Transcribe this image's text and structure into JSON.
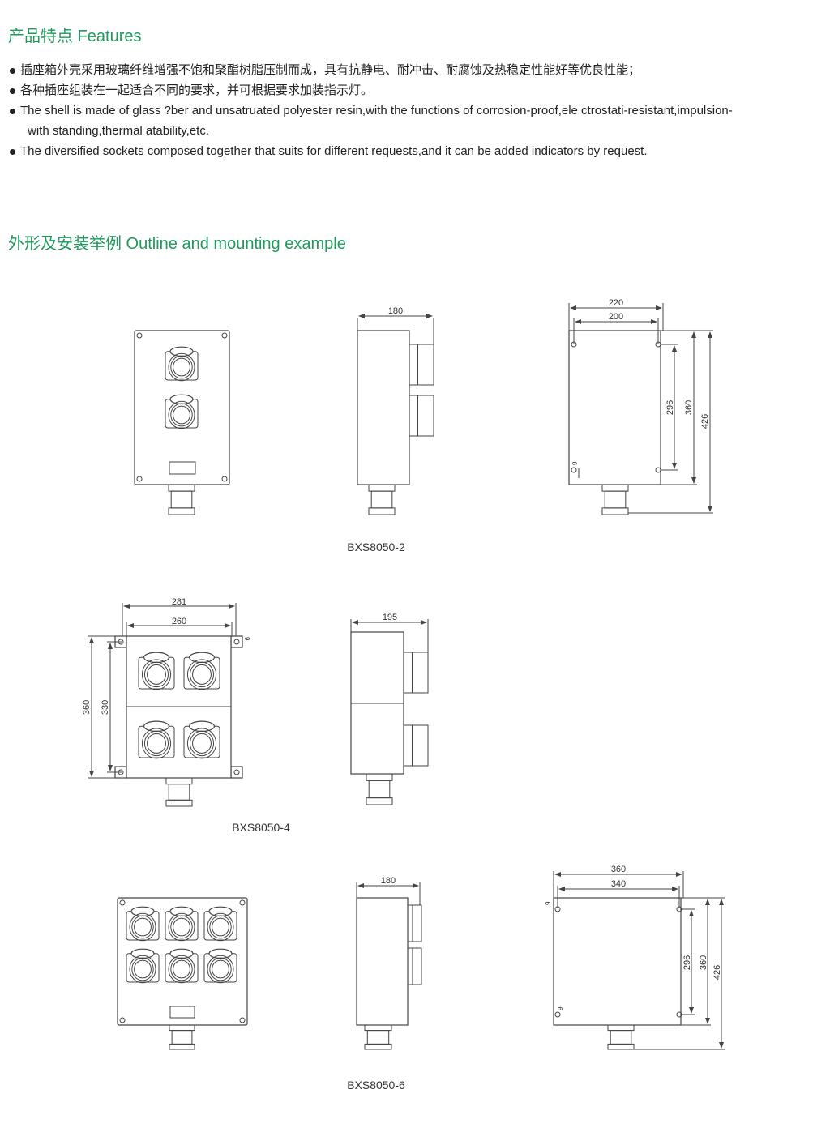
{
  "features": {
    "title": "产品特点 Features",
    "items": [
      "插座箱外壳采用玻璃纤维增强不饱和聚酯树脂压制而成，具有抗静电、耐冲击、耐腐蚀及热稳定性能好等优良性能；",
      "各种插座组装在一起适合不同的要求，并可根据要求加装指示灯。",
      "The shell is made of glass ?ber and unsatruated polyester resin,with the functions of corrosion-proof,ele ctrostati-resistant,impulsion-",
      "The diversified sockets composed together that suits for different requests,and it can be added indicators by request."
    ],
    "item3_continuation": "with standing,thermal atability,etc."
  },
  "outline": {
    "title": "外形及安装举例 Outline and mounting example",
    "models": [
      {
        "name": "BXS8050-2",
        "side_width": "180",
        "back_width_outer": "220",
        "back_width_inner": "200",
        "height_mount": "296",
        "height_box": "360",
        "height_total": "426",
        "offset": "9"
      },
      {
        "name": "BXS8050-4",
        "front_width_outer": "281",
        "front_width_inner": "260",
        "height_outer": "360",
        "height_inner": "330",
        "offset": "9",
        "side_width": "195"
      },
      {
        "name": "BXS8050-6",
        "side_width": "180",
        "back_width_outer": "360",
        "back_width_inner": "340",
        "height_mount": "296",
        "height_box": "360",
        "height_total": "426",
        "offset": "9"
      }
    ]
  }
}
